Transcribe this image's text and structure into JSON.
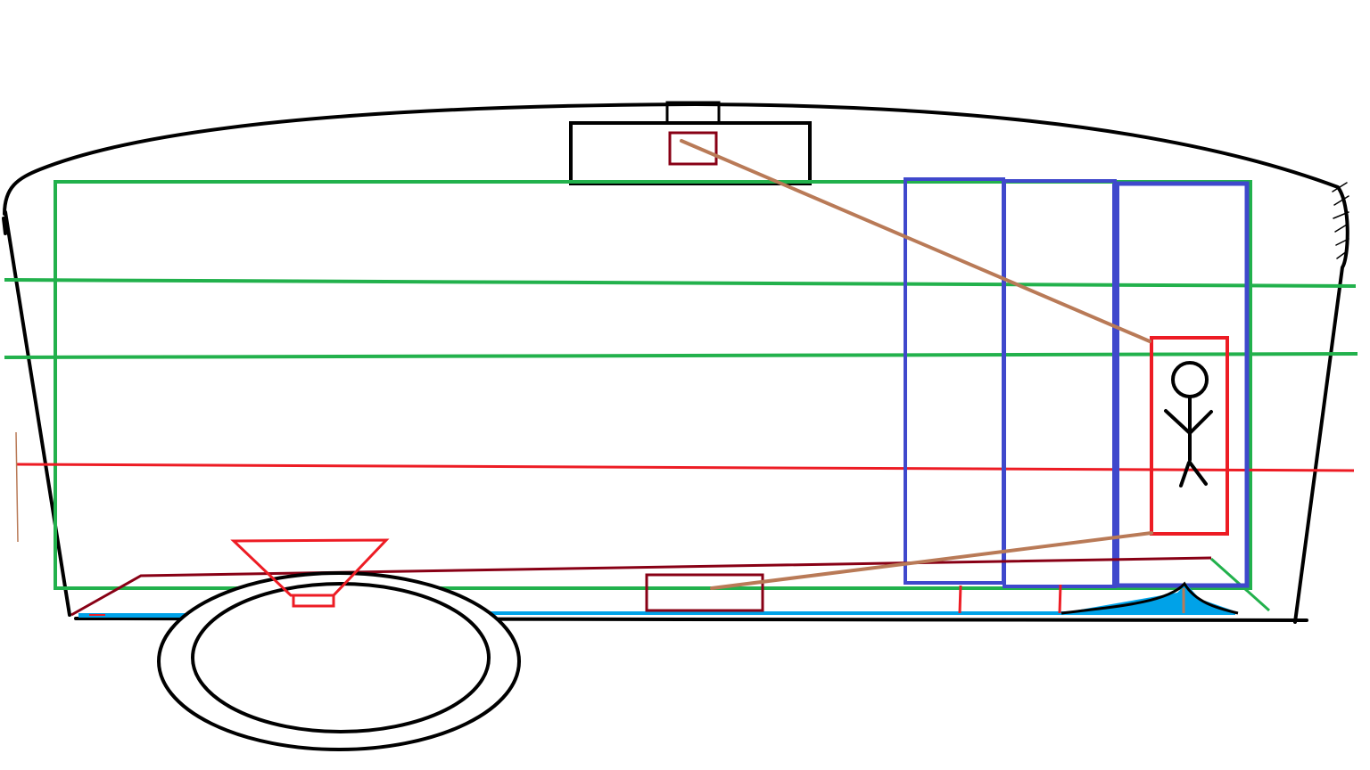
{
  "canvas": {
    "background": "#ffffff"
  },
  "colors": {
    "outline": "#000000",
    "frame_green": "#22b14c",
    "panel_blue": "#3f48cc",
    "wire_red": "#ed1c24",
    "dark_red": "#880015",
    "cable_brown": "#b97a57",
    "floor_cyan": "#00a2e8"
  },
  "diagram": {
    "kind": "trailer side-view sketch",
    "text_labels": [],
    "parts": [
      "trailer-body-outline",
      "roof-vent-housing",
      "roof-vent-cap",
      "roof-control-box",
      "frame-rectangle",
      "horizontal-rail-upper",
      "horizontal-rail-middle",
      "horizontal-line-red",
      "door-panel-1",
      "door-panel-2",
      "door-panel-3",
      "figure-box",
      "stick-figure",
      "cable-roof-to-figure",
      "cable-floor-to-figure",
      "floor-box",
      "floor-rail",
      "axle-funnel",
      "wheel-outer",
      "wheel-inner",
      "floor-strip",
      "jack-stand"
    ]
  }
}
